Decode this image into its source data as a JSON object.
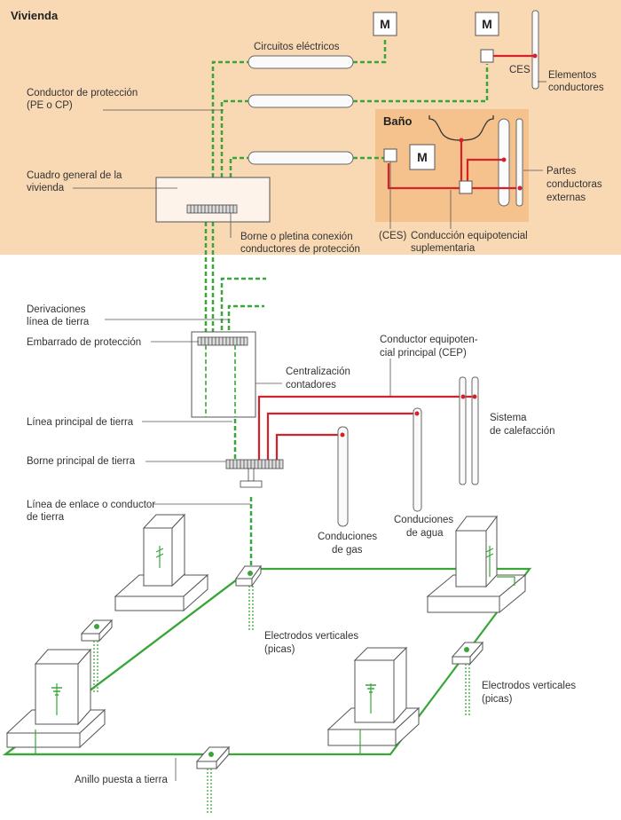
{
  "sections": {
    "vivienda": "Vivienda",
    "bano": "Baño"
  },
  "motor_label": "M",
  "labels": {
    "circuitos": "Circuitos eléctricos",
    "ces_top": "CES",
    "elementos_1": "Elementos",
    "elementos_2": "conductores",
    "conductor_prot_1": "Conductor de protección",
    "conductor_prot_2": "(PE o CP)",
    "partes_1": "Partes",
    "partes_2": "conductoras",
    "partes_3": "externas",
    "cuadro_1": "Cuadro general de la",
    "cuadro_2": "vivienda",
    "borne_pletina_1": "Borne o pletina conexión",
    "borne_pletina_2": "conductores de protección",
    "ces_bath": "(CES)",
    "equipot_1": "Conducción equipotencial",
    "equipot_2": "suplementaria",
    "derivaciones_1": "Derivaciones",
    "derivaciones_2": "línea de tierra",
    "embarrado": "Embarrado de protección",
    "cep_1": "Conductor equipoten-",
    "cep_2": "cial principal  (CEP)",
    "centralizacion_1": "Centralización",
    "centralizacion_2": "contadores",
    "sistema_1": "Sistema",
    "sistema_2": "de calefacción",
    "linea_principal": "Línea principal de tierra",
    "borne_principal": "Borne principal de tierra",
    "enlace_1": "Línea de enlace o conductor",
    "enlace_2": "de tierra",
    "agua_1": "Conduciones",
    "agua_2": "de agua",
    "gas_1": "Conduciones",
    "gas_2": "de gas",
    "electrodos_a_1": "Electrodos verticales",
    "electrodos_a_2": "(picas)",
    "electrodos_b_1": "Electrodos verticales",
    "electrodos_b_2": "(picas)",
    "anillo": "Anillo puesta a tierra"
  },
  "colors": {
    "house_bg": "#f9d8b4",
    "bath_bg": "#f5c28d",
    "protection_line": "#3aa63a",
    "equipotential_line": "#d3222a"
  }
}
